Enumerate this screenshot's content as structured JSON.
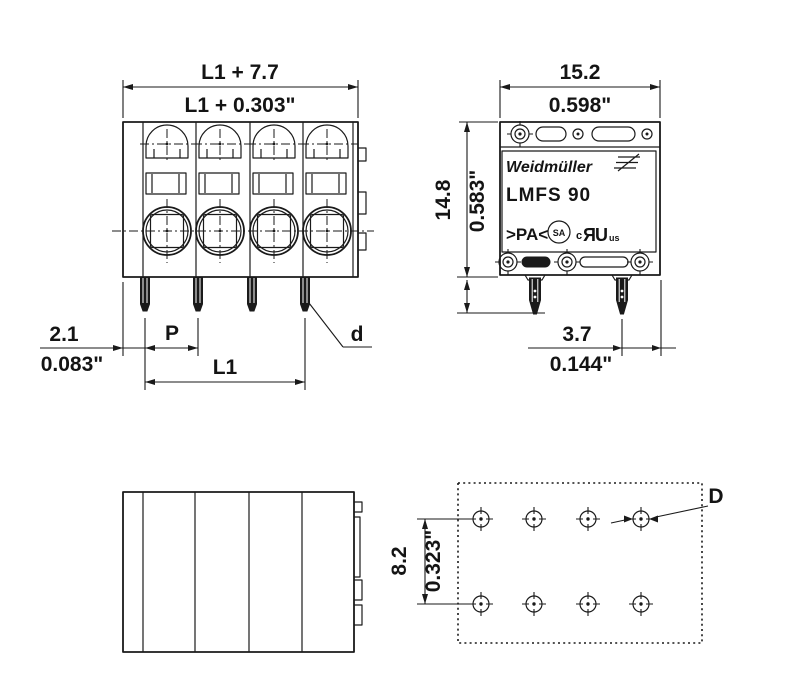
{
  "front_view": {
    "width_mm": "L1 + 7.7",
    "width_inch": "L1 + 0.303\"",
    "edge_offset_mm": "2.1",
    "edge_offset_inch": "0.083\"",
    "pitch_label": "P",
    "length_label": "L1",
    "pin_label": "d"
  },
  "side_view": {
    "width_mm": "15.2",
    "width_inch": "0.598\"",
    "height_mm": "14.8",
    "height_inch": "0.583\"",
    "pin_offset_mm": "3.7",
    "pin_offset_inch": "0.144\"",
    "brand": "Weidmüller",
    "product": "LMFS 90",
    "material_marking": ">PA<",
    "csa_letters": "SA",
    "ul_mark_prefix": "c",
    "ul_mark": "ЯU",
    "ul_mark_suffix": "us"
  },
  "drill_plan": {
    "row_spacing_mm": "8.2",
    "row_spacing_inch": "0.323\"",
    "hole_diameter_label": "D"
  },
  "icons": {
    "brand_mark": "weidmueller-logo-mark",
    "csa_logo": "csa-certification-mark",
    "ul_logo": "ul-recognized-component-mark"
  },
  "colors": {
    "line": "#1a1a1a",
    "background": "#ffffff"
  }
}
